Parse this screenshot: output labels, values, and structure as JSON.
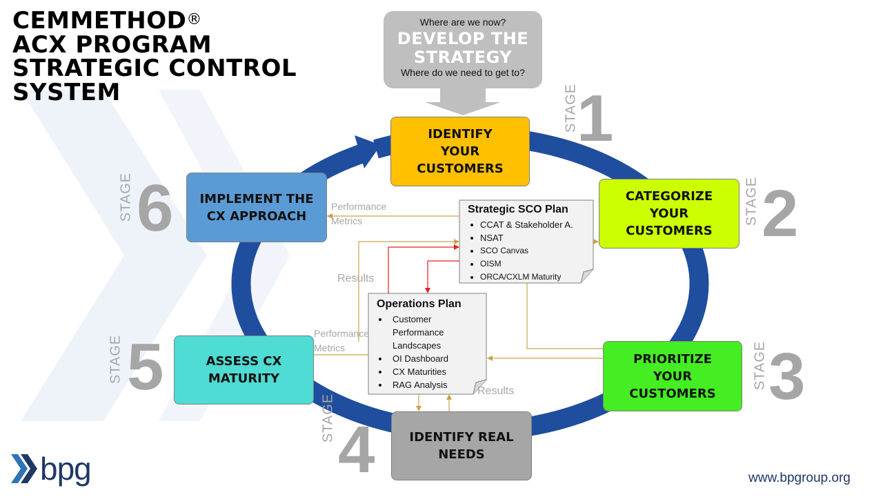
{
  "title": {
    "line1": "CEMMETHOD",
    "trademark": "®",
    "line2": "ACX PROGRAM",
    "line3": "STRATEGIC CONTROL",
    "line4": "SYSTEM"
  },
  "strategy_callout": {
    "question_top": "Where are we now?",
    "heading_line1": "DEVELOP THE",
    "heading_line2": "STRATEGY",
    "question_bottom": "Where do we need to get to?"
  },
  "stages": [
    {
      "label": "STAGE",
      "number": "1",
      "lines": [
        "IDENTIFY",
        "YOUR",
        "CUSTOMERS"
      ],
      "color": "#ffc000"
    },
    {
      "label": "STAGE",
      "number": "2",
      "lines": [
        "CATEGORIZE",
        "YOUR",
        "CUSTOMERS"
      ],
      "color": "#ccff00"
    },
    {
      "label": "STAGE",
      "number": "3",
      "lines": [
        "PRIORITIZE",
        "YOUR",
        "CUSTOMERS"
      ],
      "color": "#44ee22"
    },
    {
      "label": "STAGE",
      "number": "4",
      "lines": [
        "IDENTIFY REAL",
        "NEEDS"
      ],
      "color": "#a6a6a6"
    },
    {
      "label": "STAGE",
      "number": "5",
      "lines": [
        "ASSESS CX",
        "MATURITY"
      ],
      "color": "#4edcd4"
    },
    {
      "label": "STAGE",
      "number": "6",
      "lines": [
        "IMPLEMENT THE",
        "CX APPROACH"
      ],
      "color": "#5b9bd5"
    }
  ],
  "strategic_sco_plan": {
    "title": "Strategic  SCO Plan",
    "items": [
      "CCAT & Stakeholder  A.",
      "NSAT",
      "SCO Canvas",
      "OISM",
      "ORCA/CXLM Maturity"
    ]
  },
  "operations_plan": {
    "title": "Operations Plan",
    "items": [
      "Customer",
      "Performance",
      "Landscapes",
      "OI Dashboard",
      "CX Maturities",
      "RAG Analysis"
    ]
  },
  "flow_labels": {
    "performance_metrics_top_1": "Performance",
    "performance_metrics_top_2": "Metrics",
    "results_left": "Results",
    "performance_metrics_mid_1": "Performance",
    "performance_metrics_mid_2": "Metrics",
    "results_bottom": "Results"
  },
  "colors": {
    "cycle_blue": "#1f4e9e",
    "title_text": "#000000",
    "flow_line": "#c9a24a",
    "flow_line_red": "#e02020",
    "brand_navy": "#1f3864",
    "stage_number_gray": "#a6a6a6"
  },
  "icons": {
    "brand_logo": "double-chevron-right",
    "callout_arrow": "down-arrow"
  },
  "branding": {
    "logo_text": "bpg",
    "website": "www.bpgroup.org"
  }
}
